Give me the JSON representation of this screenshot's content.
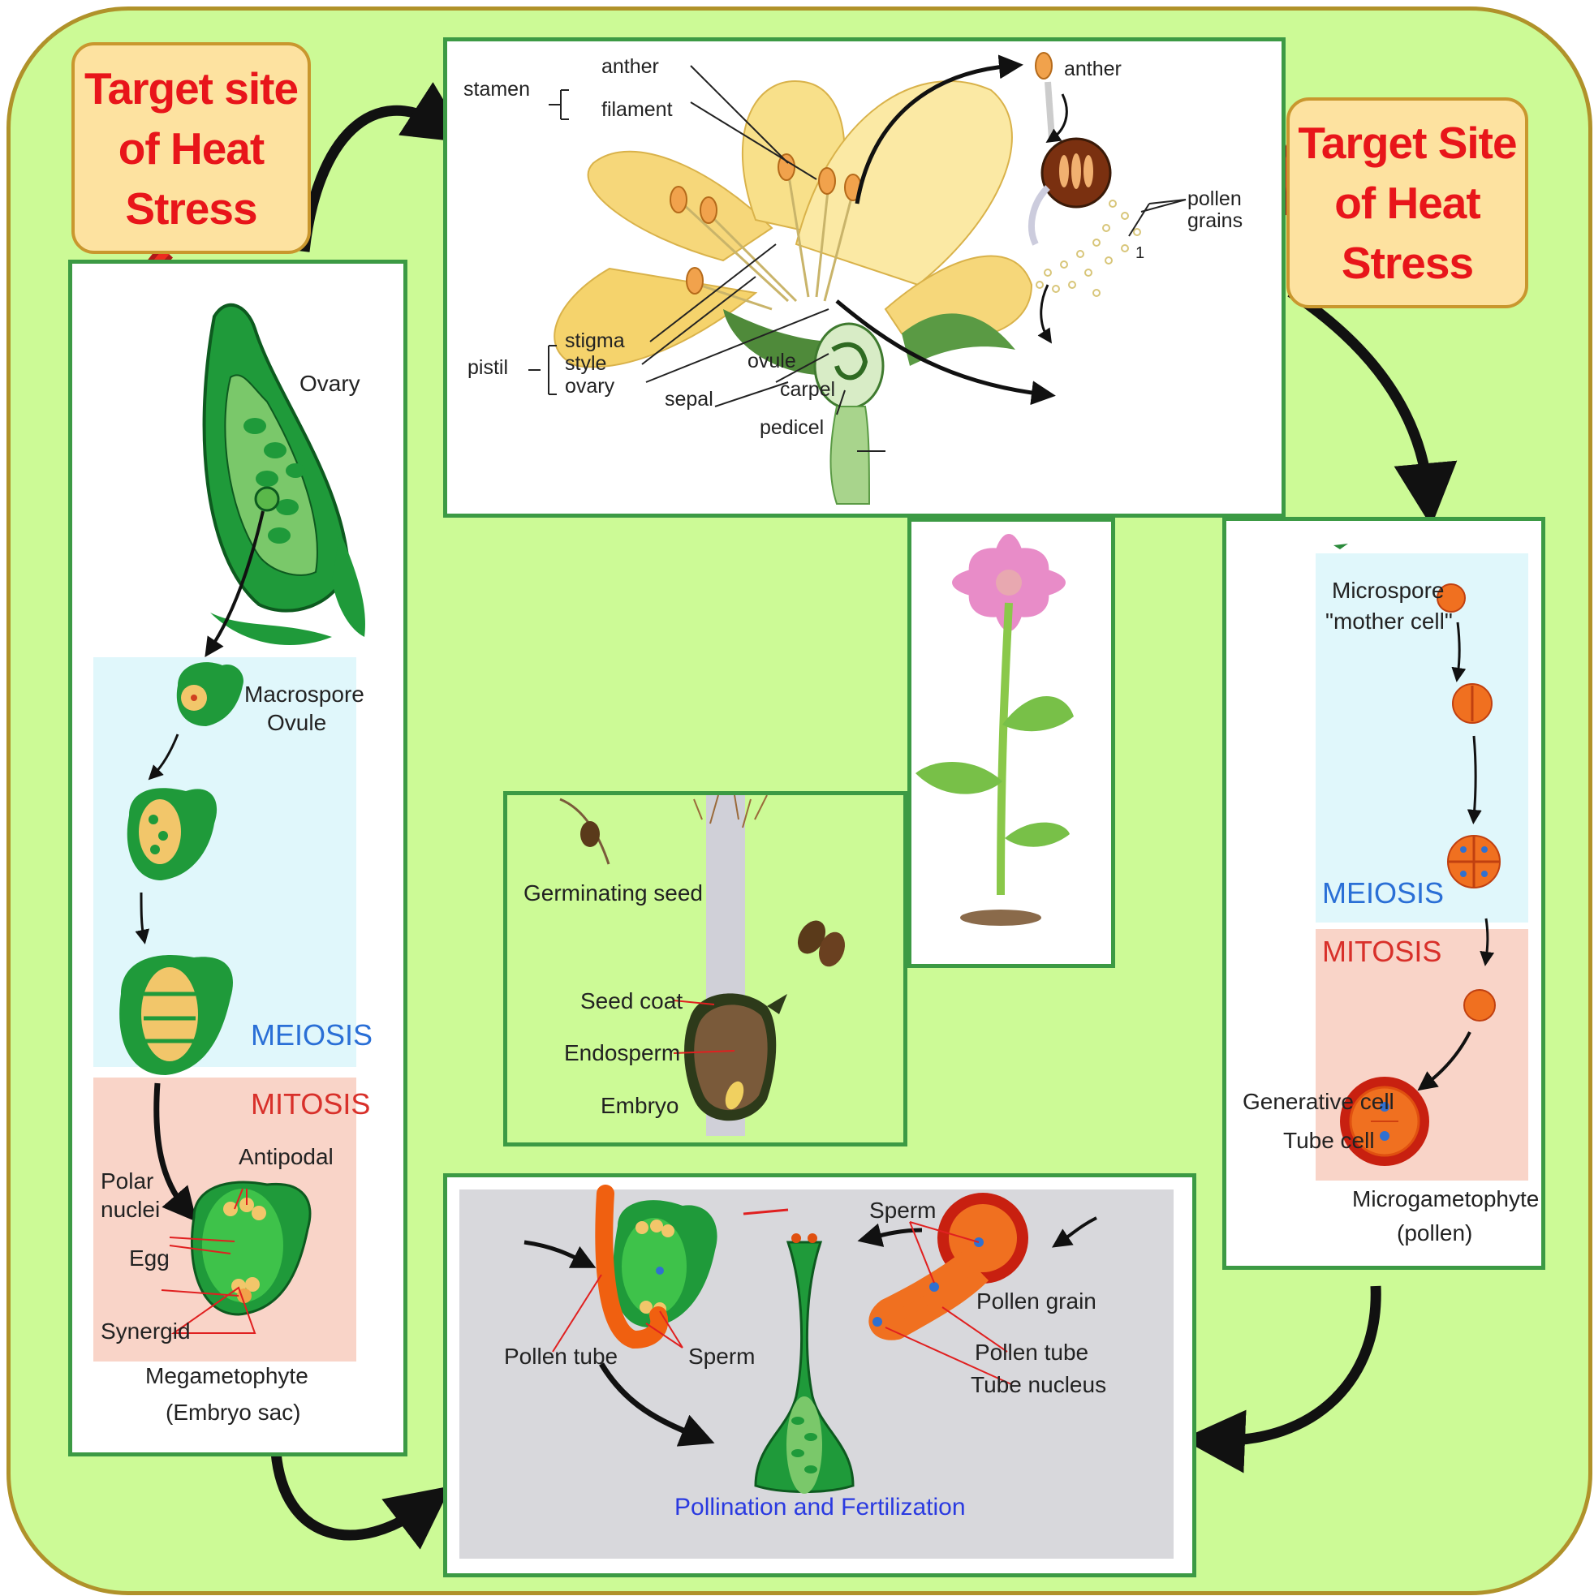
{
  "callouts": {
    "left": [
      "Target site",
      "of Heat",
      "Stress"
    ],
    "right": [
      "Target Site",
      "of Heat",
      "Stress"
    ]
  },
  "flower": {
    "stamen": "stamen",
    "anther": "anther",
    "filament": "filament",
    "pistil": "pistil",
    "stigma": "stigma",
    "style": "style",
    "ovary": "ovary",
    "sepal": "sepal",
    "ovule": "ovule",
    "carpel": "carpel",
    "pedicel": "pedicel",
    "anther2": "anther",
    "pollen1": "pollen",
    "pollen2": "grains",
    "num": "1"
  },
  "mega": {
    "ovary": "Ovary",
    "macro1": "Macrospore",
    "macro2": "Ovule",
    "meiosis": "MEIOSIS",
    "mitosis": "MITOSIS",
    "polar1": "Polar",
    "polar2": "nuclei",
    "antipodal": "Antipodal",
    "egg": "Egg",
    "synergid": "Synergid",
    "caption1": "Megametophyte",
    "caption2": "(Embryo sac)"
  },
  "micro": {
    "mother1": "Microspore",
    "mother2": "\"mother cell\"",
    "meiosis": "MEIOSIS",
    "mitosis": "MITOSIS",
    "generative": "Generative cell",
    "tube": "Tube cell",
    "caption1": "Microgametophyte",
    "caption2": "(pollen)"
  },
  "seed": {
    "germinating": "Germinating seed",
    "coat": "Seed coat",
    "endosperm": "Endosperm",
    "embryo": "Embryo"
  },
  "pollination": {
    "sperm_top": "Sperm",
    "pollen_tube_left": "Pollen tube",
    "sperm_mid": "Sperm",
    "pollen_grain": "Pollen grain",
    "pollen_tube_right": "Pollen tube",
    "tube_nucleus": "Tube nucleus",
    "caption": "Pollination and Fertilization"
  },
  "colors": {
    "background": "#ccfa96",
    "panel_border": "#3c9a44",
    "callout_fill": "#fde2a0",
    "callout_text": "#e8151a",
    "meiosis_zone": "#e0f7fb",
    "mitosis_zone": "#f9d4c8",
    "arrow": "#111111"
  }
}
